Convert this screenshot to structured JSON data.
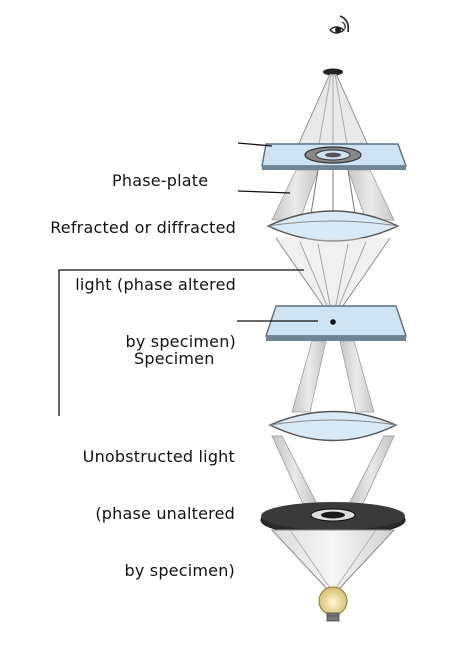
{
  "labels": {
    "phase_plate": "Phase-plate",
    "refracted_line1": "Refracted or diffracted",
    "refracted_line2": "light (phase altered",
    "refracted_line3": "by specimen)",
    "specimen": "Specimen",
    "unobstructed_line1": "Unobstructed light",
    "unobstructed_line2": "(phase unaltered",
    "unobstructed_line3": "by specimen)"
  },
  "colors": {
    "plate_fill": "#cfe3f2",
    "plate_edge": "#5a6f80",
    "lens_fill": "#d9e9f5",
    "beam": "#9a9a9a",
    "annulus": "#2b2b2b",
    "bulb_glow": "#f4e6a0",
    "cone": "#eaeaea"
  },
  "icons": [
    "eye-icon"
  ]
}
